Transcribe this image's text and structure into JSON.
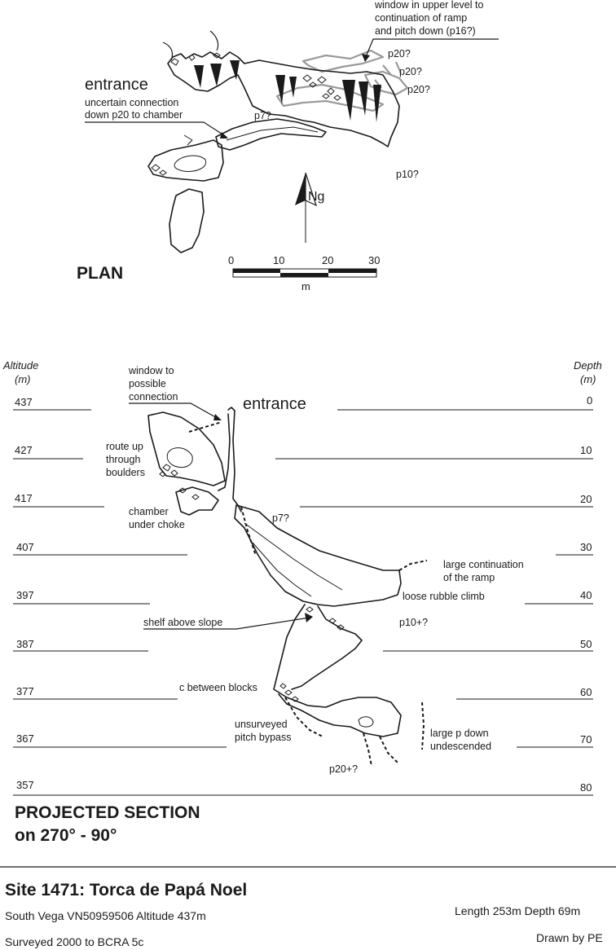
{
  "plan": {
    "title": "PLAN",
    "entrance_label": "entrance",
    "uncertain_connection": [
      "uncertain connection",
      "down p20 to chamber"
    ],
    "window_note": [
      "window in upper level to",
      "continuation of ramp",
      "and pitch down (p16?)"
    ],
    "pitch_labels": [
      "p20?",
      "p20?",
      "p20?",
      "p7?",
      "p10?"
    ],
    "north_label": "Ng",
    "scale": {
      "ticks": [
        "0",
        "10",
        "20",
        "30"
      ],
      "unit": "m"
    }
  },
  "section": {
    "title_line1": "PROJECTED SECTION",
    "title_line2": "on 270° - 90°",
    "altitude_header": [
      "Altitude",
      "(m)"
    ],
    "depth_header": [
      "Depth",
      "(m)"
    ],
    "altitudes": [
      "437",
      "427",
      "417",
      "407",
      "397",
      "387",
      "377",
      "367",
      "357"
    ],
    "depths": [
      "0",
      "10",
      "20",
      "30",
      "40",
      "50",
      "60",
      "70",
      "80"
    ],
    "entrance_label": "entrance",
    "annotations": {
      "window": [
        "window to",
        "possible",
        "connection"
      ],
      "route_up": [
        "route up",
        "through",
        "boulders"
      ],
      "chamber": [
        "chamber",
        "under choke"
      ],
      "p7": "p7?",
      "large_continuation": [
        "large continuation",
        "of the ramp"
      ],
      "loose_rubble": "loose rubble climb",
      "shelf": "shelf above slope",
      "p10": "p10+?",
      "c_between": "c between blocks",
      "unsurveyed": [
        "unsurveyed",
        "pitch bypass"
      ],
      "large_p": [
        "large p down",
        "undescended"
      ],
      "p20": "p20+?"
    }
  },
  "footer": {
    "site_title": "Site 1471: Torca de Papá Noel",
    "location": "South Vega  VN50959506  Altitude 437m",
    "stats": "Length 253m  Depth 69m",
    "survey": "Surveyed 2000  to BCRA 5c",
    "drawn_by": "Drawn by PE"
  }
}
